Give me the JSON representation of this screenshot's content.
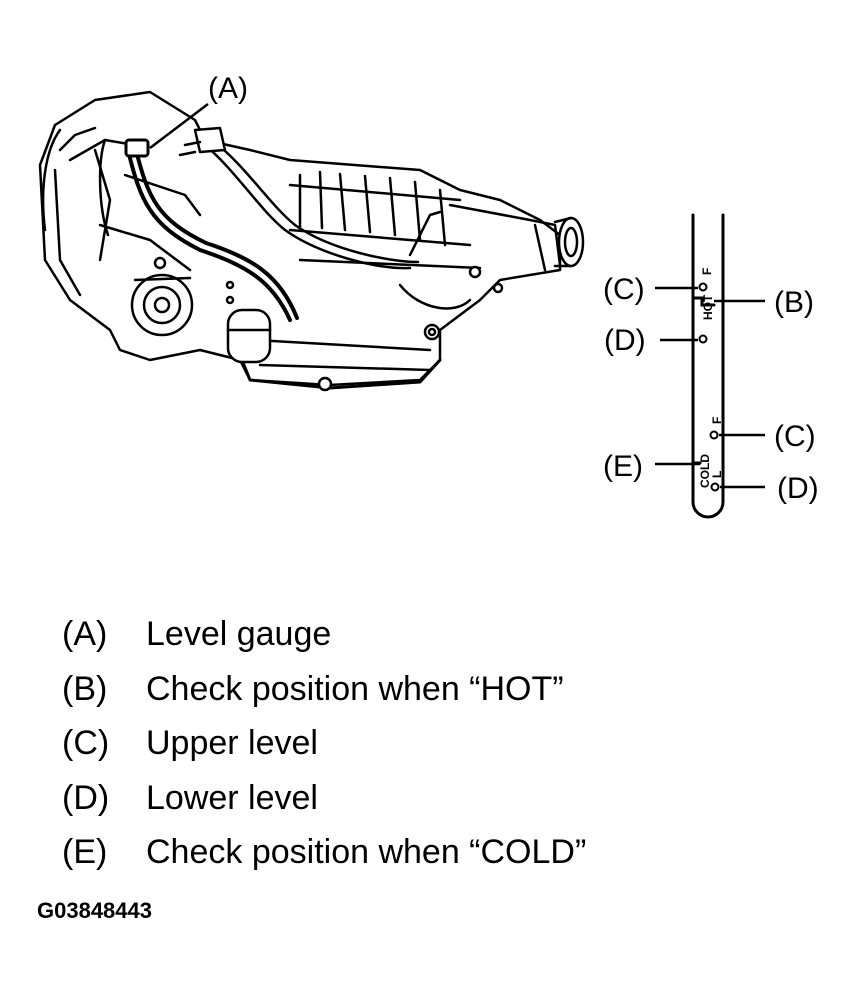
{
  "callouts": {
    "transmission": "(A)",
    "gauge_left_c": "(C)",
    "gauge_left_d": "(D)",
    "gauge_left_e": "(E)",
    "gauge_right_b": "(B)",
    "gauge_right_c": "(C)",
    "gauge_right_d": "(D)"
  },
  "gauge_marks": {
    "hot": "HOT",
    "cold": "COLD",
    "full": "F",
    "low": "L"
  },
  "legend": [
    {
      "key": "(A)",
      "text": "Level gauge"
    },
    {
      "key": "(B)",
      "text": "Check position when “HOT”"
    },
    {
      "key": "(C)",
      "text": "Upper level"
    },
    {
      "key": "(D)",
      "text": "Lower level"
    },
    {
      "key": "(E)",
      "text": "Check position when “COLD”"
    }
  ],
  "figure_id": "G03848443"
}
